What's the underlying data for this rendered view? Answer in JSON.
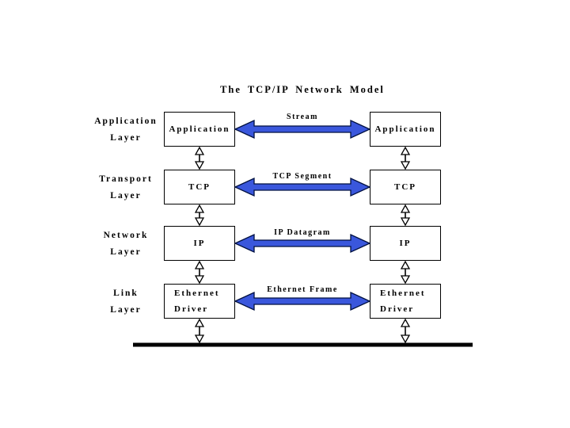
{
  "title": "The TCP/IP Network Model",
  "colors": {
    "arrow_fill": "#3a57dc",
    "arrow_stroke": "#001040",
    "wire": "#000000"
  },
  "layers": [
    {
      "name_lines": [
        "Application",
        "Layer"
      ],
      "box_lines": [
        "Application"
      ],
      "packet_label": "Stream"
    },
    {
      "name_lines": [
        "Transport",
        "Layer"
      ],
      "box_lines": [
        "TCP"
      ],
      "packet_label": "TCP Segment"
    },
    {
      "name_lines": [
        "Network",
        "Layer"
      ],
      "box_lines": [
        "IP"
      ],
      "packet_label": "IP Datagram"
    },
    {
      "name_lines": [
        "Link",
        "Layer"
      ],
      "box_lines": [
        "Ethernet",
        "Driver"
      ],
      "packet_label": "Ethernet Frame"
    }
  ]
}
